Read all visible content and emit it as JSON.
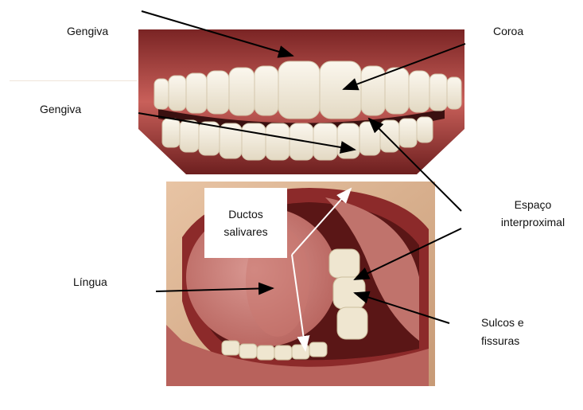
{
  "labels": {
    "gengiva_top": "Gengiva",
    "coroa": "Coroa",
    "gengiva_mid": "Gengiva",
    "espaco_line1": "Espaço",
    "espaco_line2": "interproximal",
    "lingua": "Língua",
    "sulcos_line1": "Sulcos e",
    "sulcos_line2": "fissuras",
    "ductos_line1": "Ductos",
    "ductos_line2": "salivares"
  },
  "colors": {
    "gum": "#c9605a",
    "lip": "#8c2a2a",
    "tooth": "#f1ebdd",
    "tongue": "#cf8a84",
    "skin": "#d9b08f",
    "arrow_black": "#000000",
    "arrow_white": "#ffffff"
  }
}
